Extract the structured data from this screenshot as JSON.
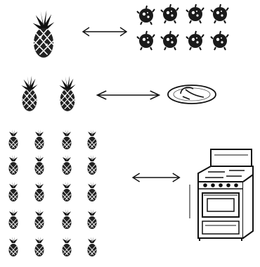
{
  "scene": {
    "rows": [
      {
        "left": {
          "icon": "pineapple-icon",
          "count": 1
        },
        "arrow": "double-arrow-icon",
        "right": {
          "icon": "seed-icon",
          "count": 8
        }
      },
      {
        "left": {
          "icon": "pineapple-icon",
          "count": 2
        },
        "arrow": "double-arrow-icon",
        "right": {
          "icon": "plate-icon",
          "count": 1
        }
      },
      {
        "left": {
          "icon": "pineapple-icon",
          "count": 20
        },
        "arrow": "double-arrow-icon",
        "right": {
          "icon": "stove-icon",
          "count": 1
        }
      }
    ],
    "colors": {
      "ink": "#111111",
      "paper": "#ffffff"
    }
  }
}
